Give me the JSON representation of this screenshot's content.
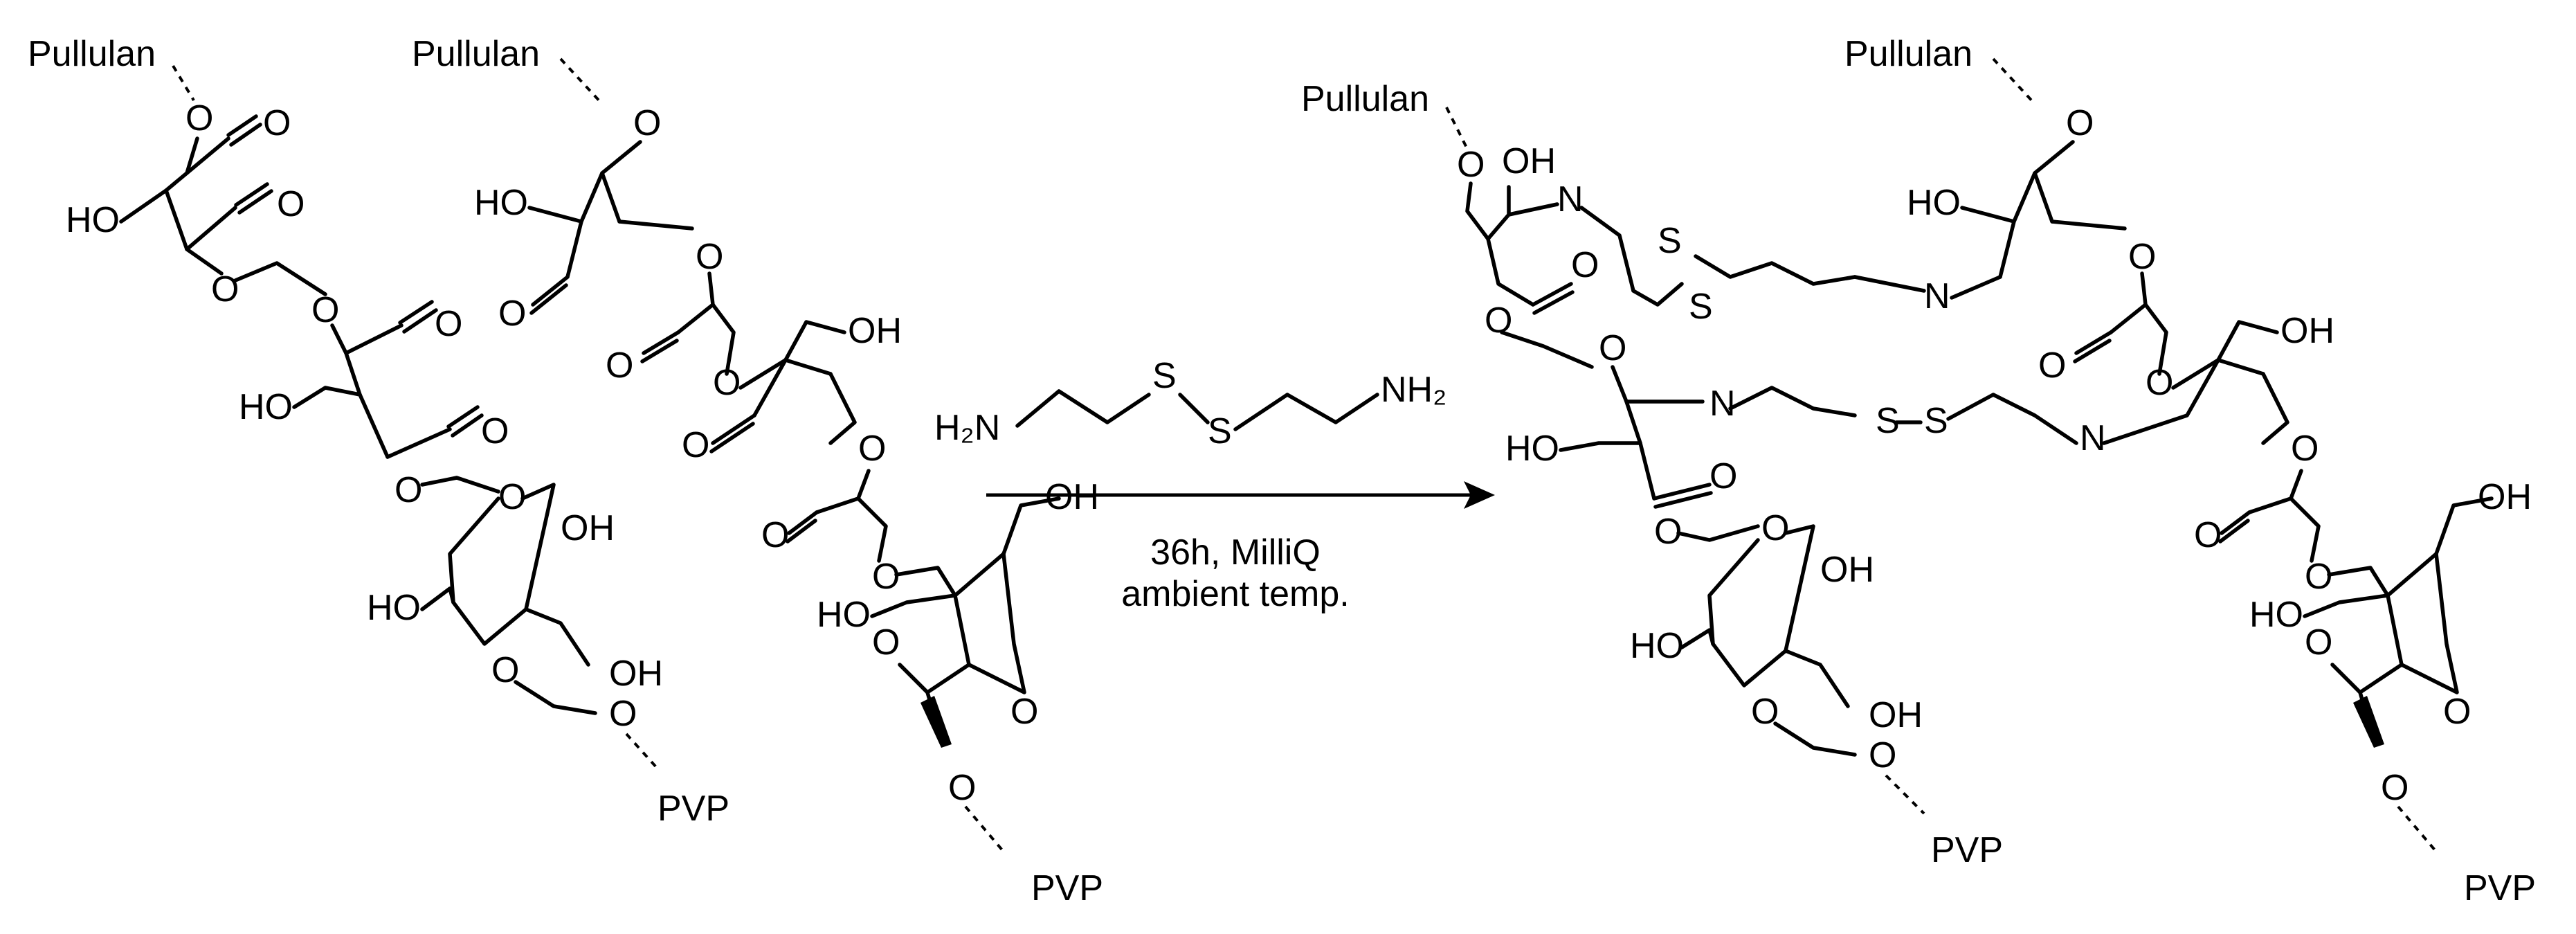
{
  "labels": {
    "pullulan": "Pullulan",
    "pvp": "PVP",
    "oh": "OH",
    "ho": "HO",
    "o": "O",
    "n": "N",
    "s": "S",
    "h2n": "H2N",
    "nh2": "NH2"
  },
  "reagent": {
    "left_amine": "H₂N",
    "right_amine": "NH₂",
    "disulfide_s1": "S",
    "disulfide_s2": "S"
  },
  "conditions": {
    "line1": "36h, MilliQ",
    "line2": "ambient temp."
  }
}
